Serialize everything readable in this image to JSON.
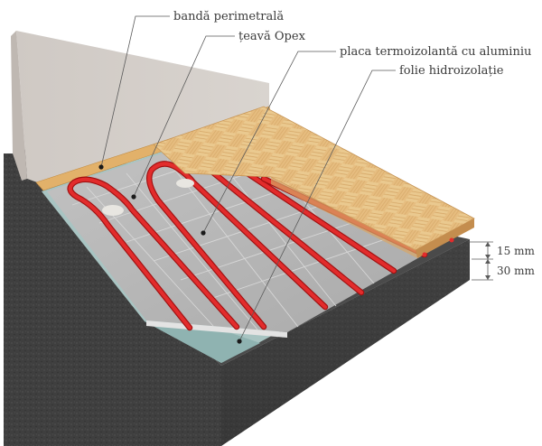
{
  "labels": {
    "perimeter_strip": "bandă perimetrală",
    "opex_pipe": "țeavă Opex",
    "insulation_plate": "placa termoizolantă cu aluminiu",
    "waterproof_foil": "folie hidroizolație"
  },
  "dimensions": {
    "upper": "15 mm",
    "lower": "30 mm"
  }
}
